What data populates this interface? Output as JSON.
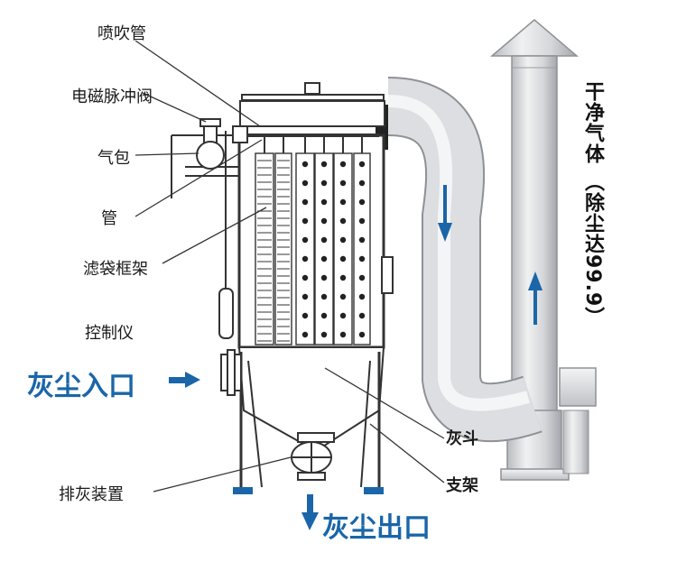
{
  "labels": {
    "spray_pipe": "喷吹管",
    "pulse_valve": "电磁脉冲阀",
    "air_bag": "气包",
    "pipe": "管",
    "bag_frame": "滤袋框架",
    "controller": "控制仪",
    "dust_inlet": "灰尘入口",
    "ash_hopper": "灰斗",
    "support": "支架",
    "discharge_device": "排灰装置",
    "dust_outlet": "灰尘出口",
    "clean_gas": "干净气体",
    "dust_rate": "（除尘达99.9）"
  },
  "colors": {
    "accent_blue": "#1a66a8",
    "steel_light": "#e6e7e9",
    "steel_dark": "#9ea1a6"
  }
}
